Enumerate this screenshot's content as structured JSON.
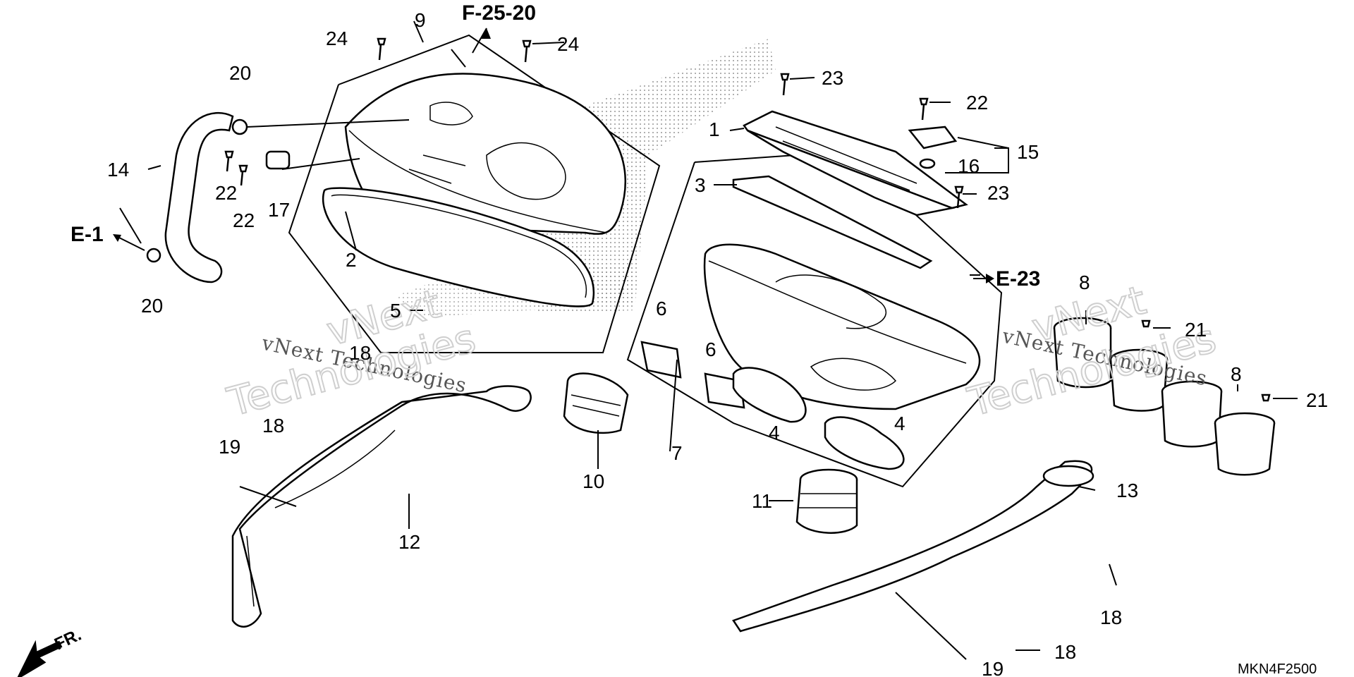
{
  "references": {
    "top": "F-25-20",
    "left": "E-1",
    "right": "E-23"
  },
  "watermark": {
    "line1": "vNext Technologies",
    "line2": "vNext",
    "line3": "Technologies"
  },
  "diagram_code": "MKN4F2500",
  "front_marker": "FR.",
  "callouts": {
    "c1": "1",
    "c2": "2",
    "c3": "3",
    "c4a": "4",
    "c4b": "4",
    "c5": "5",
    "c6a": "6",
    "c6b": "6",
    "c7": "7",
    "c8a": "8",
    "c8b": "8",
    "c9": "9",
    "c10": "10",
    "c11": "11",
    "c12": "12",
    "c13": "13",
    "c14": "14",
    "c15": "15",
    "c16": "16",
    "c17": "17",
    "c18a": "18",
    "c18b": "18",
    "c18c": "18",
    "c18d": "18",
    "c19a": "19",
    "c19b": "19",
    "c20a": "20",
    "c20b": "20",
    "c21a": "21",
    "c21b": "21",
    "c22a": "22",
    "c22b": "22",
    "c22c": "22",
    "c23a": "23",
    "c23b": "23",
    "c24a": "24",
    "c24b": "24"
  }
}
